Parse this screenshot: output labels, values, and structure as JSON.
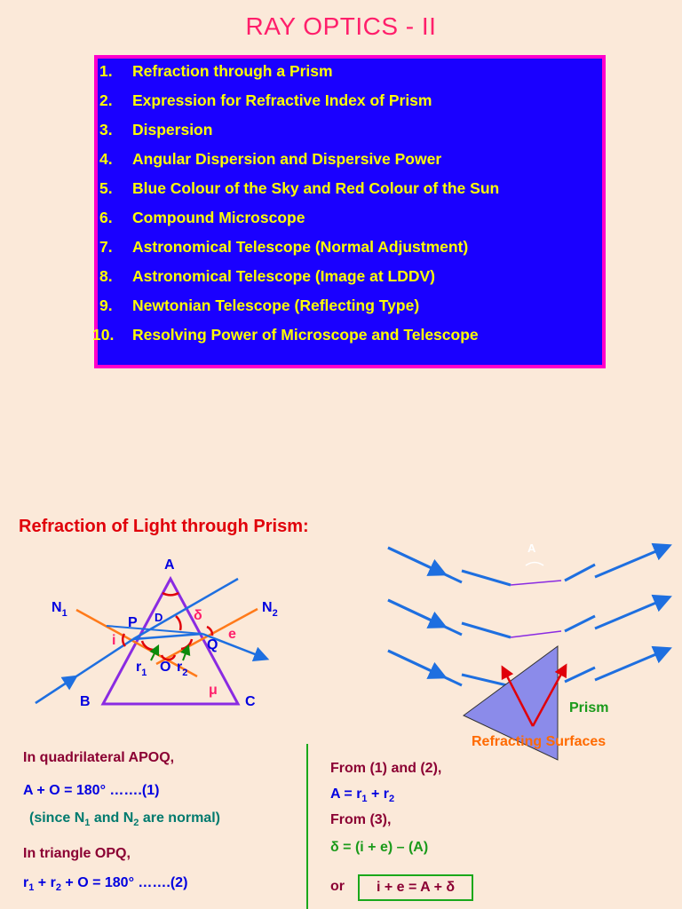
{
  "title": "RAY OPTICS - II",
  "topics": [
    {
      "num": "1.",
      "label": "Refraction through a Prism"
    },
    {
      "num": "2.",
      "label": "Expression for Refractive Index of Prism"
    },
    {
      "num": "3.",
      "label": "Dispersion"
    },
    {
      "num": "4.",
      "label": "Angular Dispersion and Dispersive Power"
    },
    {
      "num": "5.",
      "label": "Blue Colour of the Sky and Red Colour of the Sun"
    },
    {
      "num": "6.",
      "label": "Compound Microscope"
    },
    {
      "num": "7.",
      "label": "Astronomical Telescope (Normal Adjustment)"
    },
    {
      "num": "8.",
      "label": "Astronomical Telescope (Image at LDDV)"
    },
    {
      "num": "9.",
      "label": "Newtonian Telescope (Reflecting Type)"
    },
    {
      "num": "10.",
      "label": "Resolving Power of Microscope and Telescope"
    }
  ],
  "section_title": "Refraction of Light through Prism:",
  "diagram": {
    "labels": {
      "A": "A",
      "B": "B",
      "C": "C",
      "P": "P",
      "Q": "Q",
      "O": "O",
      "D": "D",
      "N1": "N",
      "N1_sub": "1",
      "N2": "N",
      "N2_sub": "2",
      "i": "i",
      "e": "e",
      "delta": "δ",
      "mu": "μ",
      "r1": "r",
      "r1_sub": "1",
      "r2": "r",
      "r2_sub": "2"
    },
    "colors": {
      "prism": "#8a2be2",
      "ray": "#1e6fe0",
      "normal": "#ff7a1a",
      "angle": "#e0000a",
      "arrow": "#0a8a0a"
    }
  },
  "right_diagram": {
    "apex_label": "A",
    "prism_label": "Prism",
    "surfaces_label": "Refracting Surfaces"
  },
  "left_col": {
    "line1": "In quadrilateral  APOQ,",
    "line2": "A + O = 180°      …….(1)",
    "line3_a": "(since N",
    "line3_sub1": "1",
    "line3_b": " and N",
    "line3_sub2": "2",
    "line3_c": " are normal)",
    "line4": "In triangle OPQ,",
    "line5_a": "r",
    "line5_sub1": "1",
    "line5_b": " + r",
    "line5_sub2": "2",
    "line5_c": " + O = 180°      …….(2)"
  },
  "right_col": {
    "line1": "From (1) and (2),",
    "line2_a": "A = r",
    "line2_sub1": "1",
    "line2_b": " + r",
    "line2_sub2": "2",
    "line3": "From (3),",
    "line4": "δ  = (i + e) – (A)",
    "or": "or",
    "boxed": "i + e = A + δ"
  }
}
